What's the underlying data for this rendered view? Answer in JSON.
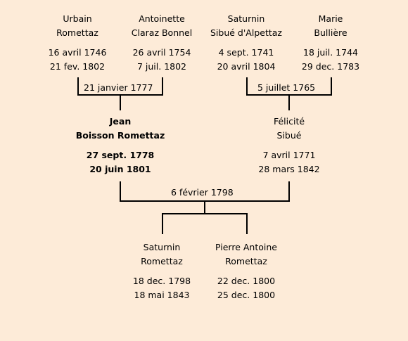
{
  "people": {
    "urbain": {
      "first": "Urbain",
      "last": "Romettaz",
      "birth": "16 avril 1746",
      "death": "21 fev. 1802"
    },
    "antoinette": {
      "first": "Antoinette",
      "last": "Claraz Bonnel",
      "birth": "26 avril 1754",
      "death": "7 juil. 1802"
    },
    "saturnin_sr": {
      "first": "Saturnin",
      "last": "Sibué d'Alpettaz",
      "birth": "4 sept. 1741",
      "death": "20 avril 1804"
    },
    "marie": {
      "first": "Marie",
      "last": "Bullière",
      "birth": "18 juil. 1744",
      "death": "29 dec. 1783"
    },
    "jean": {
      "first": "Jean",
      "last": "Boisson Romettaz",
      "birth": "27 sept. 1778",
      "death": "20 juin 1801"
    },
    "felicite": {
      "first": "Félicité",
      "last": "Sibué",
      "birth": "7 avril 1771",
      "death": "28 mars 1842"
    },
    "saturnin_jr": {
      "first": "Saturnin",
      "last": "Romettaz",
      "birth": "18 dec. 1798",
      "death": "18 mai 1843"
    },
    "pierre": {
      "first": "Pierre Antoine",
      "last": "Romettaz",
      "birth": "22 dec. 1800",
      "death": "25 dec. 1800"
    }
  },
  "marriages": {
    "urbain_antoinette": "21 janvier 1777",
    "saturnin_marie": "5 juillet 1765",
    "jean_felicite": "6 février 1798"
  }
}
